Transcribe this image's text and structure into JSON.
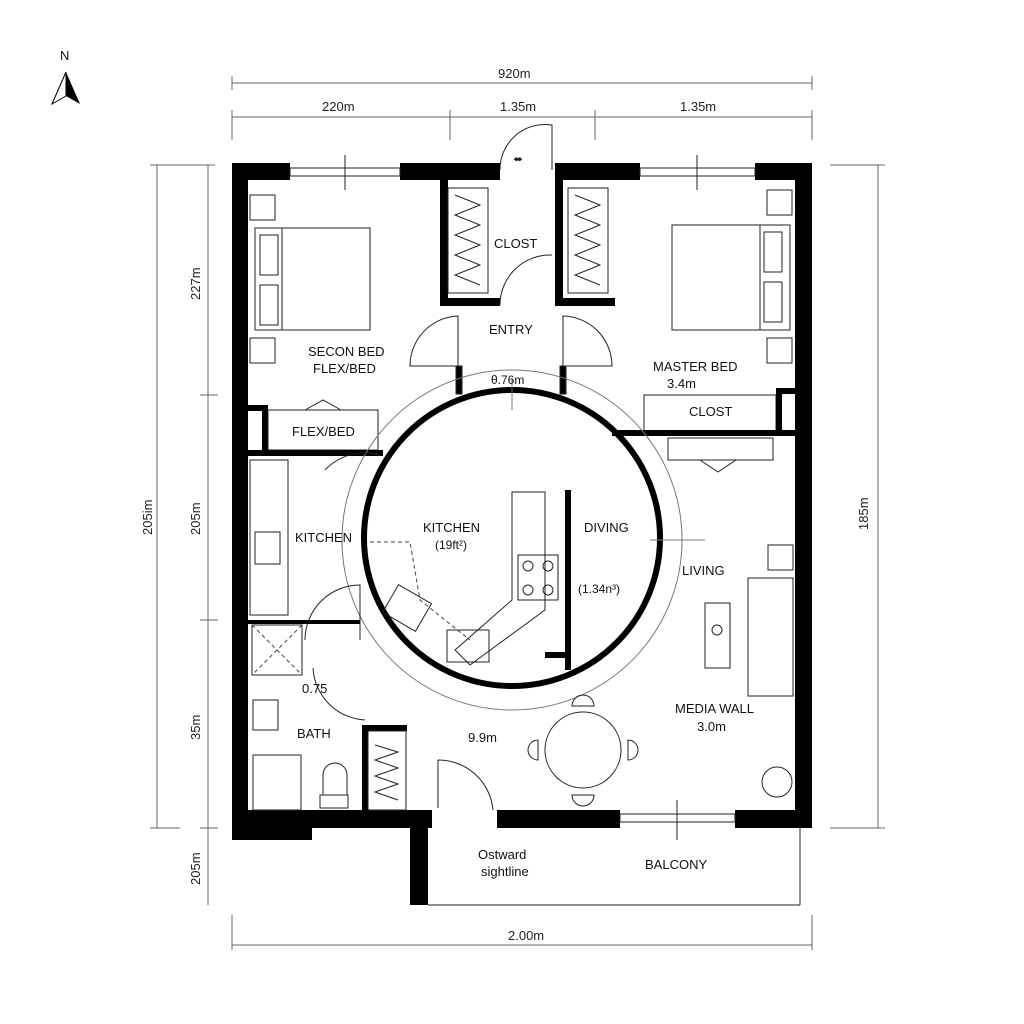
{
  "compass": {
    "north_label": "N"
  },
  "dimensions": {
    "top_total": "920m",
    "top_segments": [
      "220m",
      "1.35m",
      "1.35m"
    ],
    "left_outer": "205im",
    "left_segments": [
      "227m",
      "205m",
      "35m",
      "205m"
    ],
    "right": "185m",
    "bottom": "2.00m"
  },
  "rooms": {
    "closet_left": "CLOST",
    "entry": "ENTRY",
    "second_bed": [
      "SECON BED",
      "FLEX/BED"
    ],
    "flex_bed": "FLEX/BED",
    "master_bed": [
      "MASTER BED",
      "3.4m"
    ],
    "closet_right": "CLOST",
    "entry_arc": "θ.76m",
    "kitchen_left": "KITCHEN",
    "kitchen_center": [
      "KITCHEN",
      "(19ft²)"
    ],
    "dining": [
      "DIVING",
      "(1.34n³)"
    ],
    "living": "LIVING",
    "door_width": "0.75",
    "bath": "BATH",
    "hall": "9.9m",
    "media_wall": [
      "MEDIA WALL",
      "3.0m"
    ],
    "sightline": [
      "Ostward",
      "sightline"
    ],
    "balcony": "BALCONY"
  }
}
